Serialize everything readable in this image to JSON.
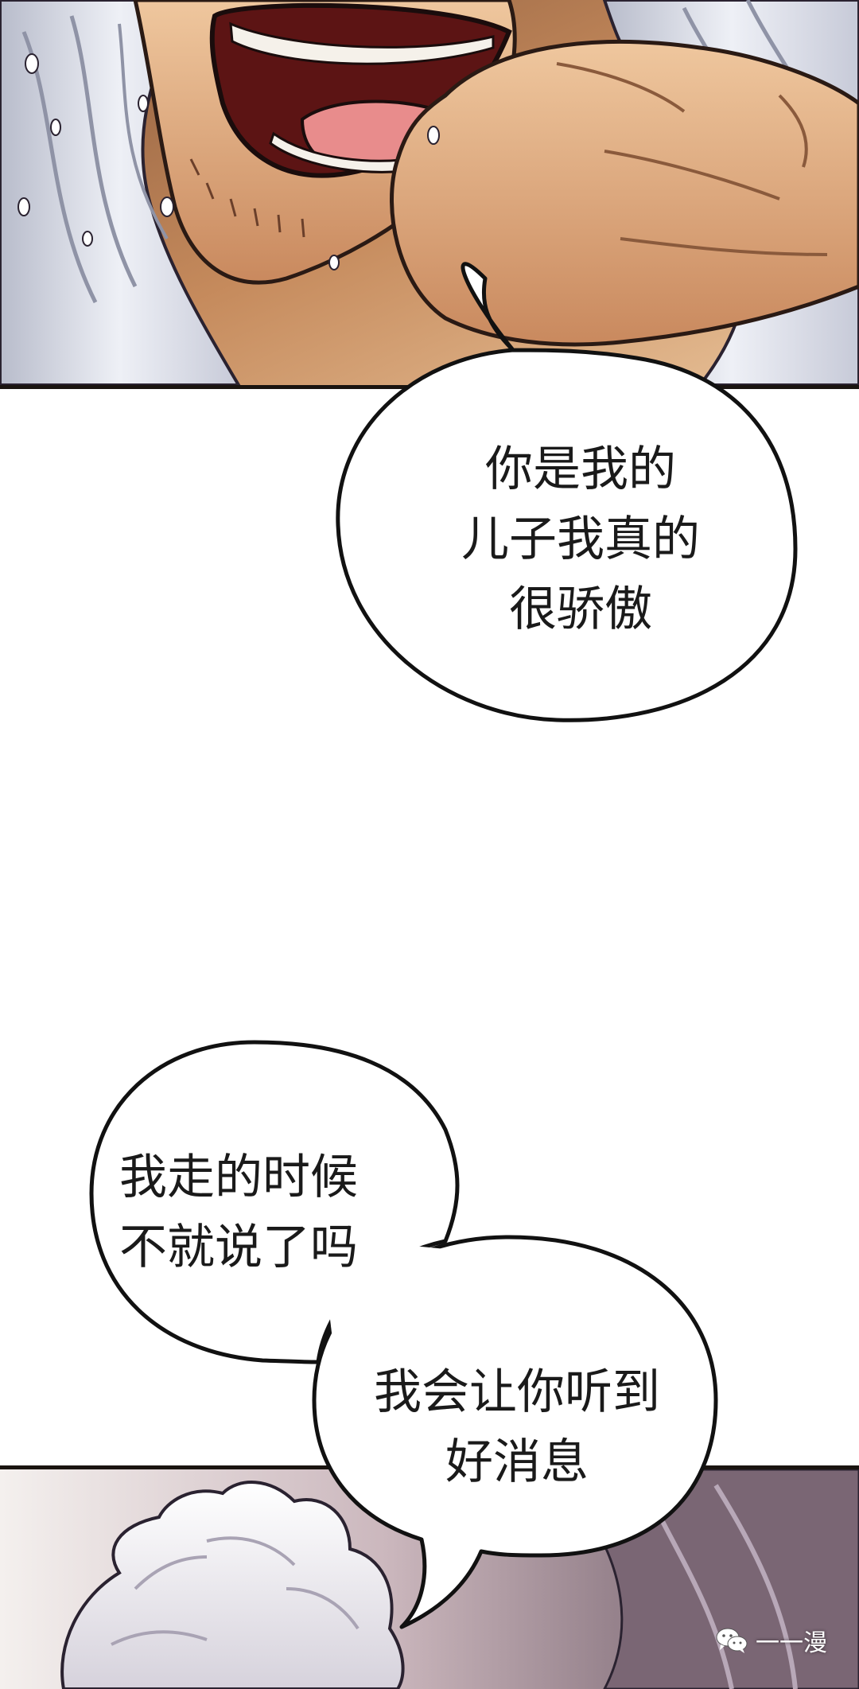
{
  "bubbles": {
    "first": {
      "lines": [
        "你是我的",
        "儿子我真的",
        "很骄傲"
      ]
    },
    "second": {
      "lines": [
        "我走的时候",
        "不就说了吗"
      ]
    },
    "third": {
      "lines": [
        "我会让你听到",
        "好消息"
      ]
    }
  },
  "watermark": {
    "icon": "wechat-icon",
    "text": "一一漫"
  },
  "colors": {
    "outline": "#1a1410",
    "skin": "#e6b98f",
    "hair": "#d8dbe6",
    "mouth": "#6a1e1e",
    "bottom_bg": "#6f5a66"
  }
}
